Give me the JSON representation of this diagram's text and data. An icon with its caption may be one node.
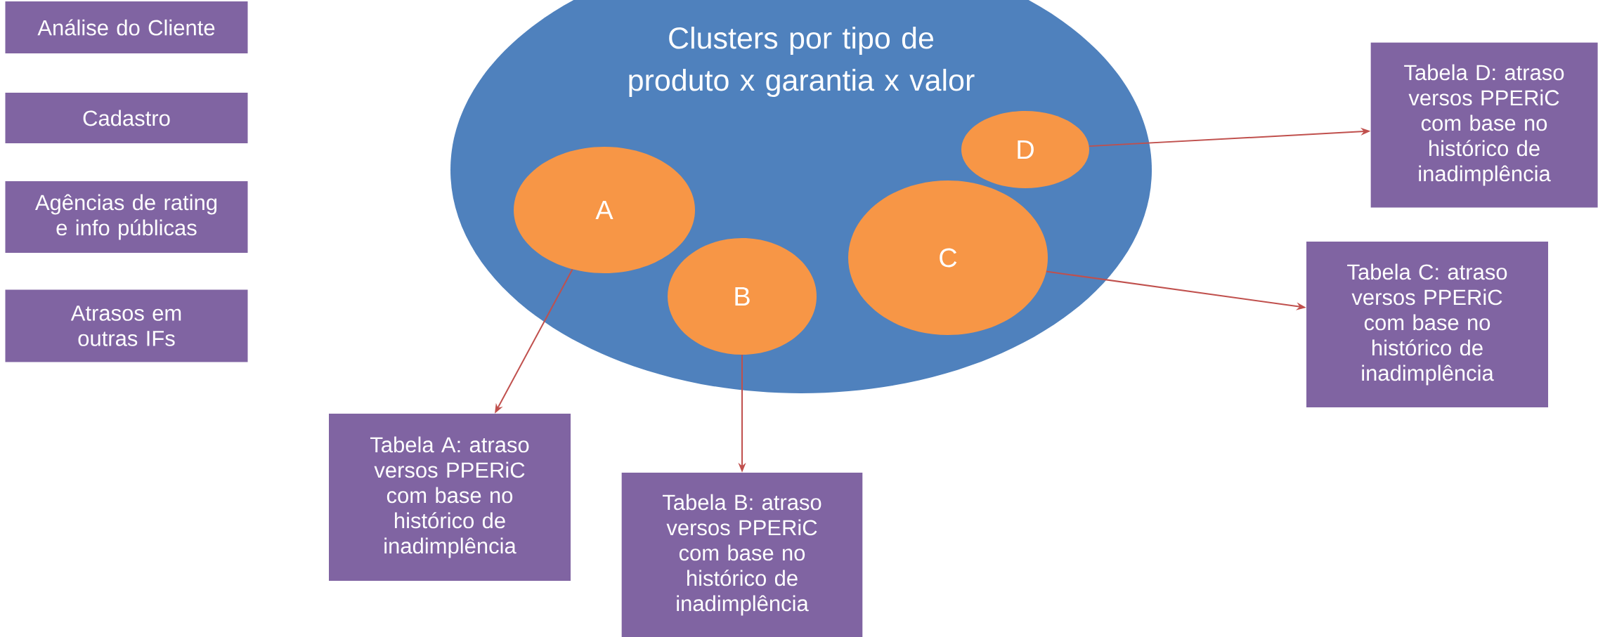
{
  "diagram": {
    "nodes": [
      {
        "text": [
          "Análise do Cliente"
        ]
      },
      {
        "text": [
          "Cadastro"
        ]
      },
      {
        "text": [
          "Agências de rating e info públicas"
        ]
      },
      {
        "text": [
          "Atrasos em outras IFs"
        ]
      },
      {
        "text": [
          "Clusters por tipo de produto x garantia x valor"
        ]
      },
      {
        "text": [
          "A"
        ],
        "in": 4
      },
      {
        "text": [
          "B"
        ],
        "in": 4
      },
      {
        "text": [
          "C"
        ],
        "in": 4
      },
      {
        "text": [
          "D"
        ],
        "in": 4
      },
      {
        "text": [
          "Tabela A: atraso versos PPERiC com base no histórico de inadimplência"
        ]
      },
      {
        "text": [
          "Tabela B: atraso versos PPERiC com base no histórico de inadimplência"
        ]
      },
      {
        "text": [
          "Tabela C: atraso versos PPERiC com base no histórico de inadimplência"
        ]
      },
      {
        "text": [
          "Tabela D: atraso versos PPERiC com base no histórico de inadimplência"
        ]
      }
    ],
    "edges": [
      {
        "from": 5,
        "to": 9,
        "arrow": "to"
      },
      {
        "from": 6,
        "to": 10,
        "arrow": "to"
      },
      {
        "from": 7,
        "to": 11,
        "arrow": "to"
      },
      {
        "from": 8,
        "to": 12,
        "arrow": "to"
      }
    ]
  }
}
